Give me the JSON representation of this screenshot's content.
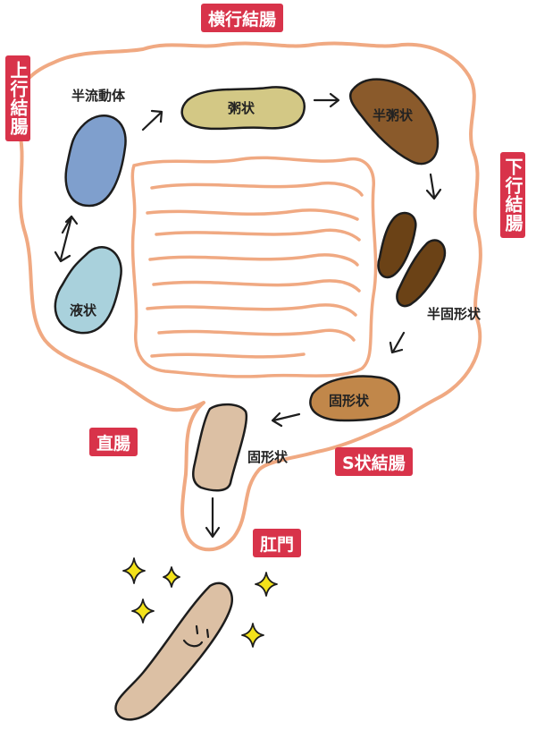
{
  "regions": {
    "transverse_colon": "横行結腸",
    "ascending_colon": "上行結腸",
    "descending_colon": "下行結腸",
    "rectum": "直腸",
    "sigmoid_colon": "S状結腸",
    "anus": "肛門"
  },
  "stool_states": {
    "semi_fluid": "半流動体",
    "liquid": "液状",
    "porridge": "粥状",
    "semi_porridge": "半粥状",
    "semi_solid": "半固形状",
    "solid_sigmoid": "固形状",
    "solid_rectum": "固形状"
  },
  "colors": {
    "label_bg": "#d8334a",
    "intestine_outline": "#f0a982",
    "liquid_stool": "#a9d1dc",
    "semi_fluid_stool": "#7f9fcd",
    "porridge_stool": "#d3c885",
    "semi_porridge_stool": "#8a5a2b",
    "semi_solid_stool": "#6b4216",
    "solid_stool": "#c1874a",
    "rectum_stool": "#dcc0a4",
    "sparkle": "#f3e21a"
  },
  "icons": [
    "sparkle-icon",
    "arrow-icon"
  ]
}
